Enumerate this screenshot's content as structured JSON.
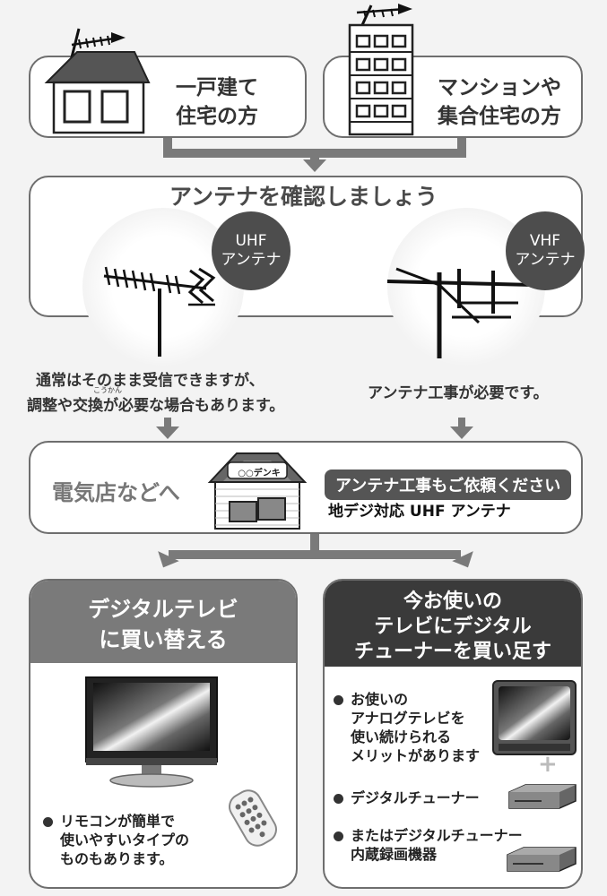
{
  "housing": {
    "house_line1": "一戸建て",
    "house_line2": "住宅の方",
    "mansion_line1": "マンションや",
    "mansion_line2": "集合住宅の方"
  },
  "antenna_check": {
    "title": "アンテナを確認しましょう",
    "uhf_line1": "UHF",
    "uhf_line2": "アンテナ",
    "vhf_line1": "VHF",
    "vhf_line2": "アンテナ",
    "uhf_note_line1": "通常はそのまま受信できますが、",
    "uhf_note_line2": "調整や交換が必要な場合もあります。",
    "ruby_kou": "こう",
    "ruby_kan": "かん",
    "vhf_note": "アンテナ工事が必要です。"
  },
  "store": {
    "label": "電気店などへ",
    "shop_sign": "○○デンキ",
    "request": "アンテナ工事もご依頼ください",
    "product": "地デジ対応 UHF アンテナ"
  },
  "option_digital_tv": {
    "title_line1": "デジタルテレビ",
    "title_line2": "に買い替える",
    "bullet_line1": "リモコンが簡単で",
    "bullet_line2": "使いやすいタイプの",
    "bullet_line3": "ものもあります。"
  },
  "option_tuner": {
    "title_line1": "今お使いの",
    "title_line2": "テレビにデジタル",
    "title_line3": "チューナーを買い足す",
    "bullet1_line1": "お使いの",
    "bullet1_line2": "アナログテレビを",
    "bullet1_line3": "使い続けられる",
    "bullet1_line4": "メリットがあります",
    "plus": "+",
    "bullet2": "デジタルチューナー",
    "bullet3_line1": "またはデジタルチューナー",
    "bullet3_line2": "内蔵録画機器"
  },
  "colors": {
    "background": "#f3f3f3",
    "panel_border": "#6e6e6e",
    "header_gray": "#7a7a7a",
    "header_dark": "#3a3a3a",
    "bubble": "#4d4d4d"
  }
}
